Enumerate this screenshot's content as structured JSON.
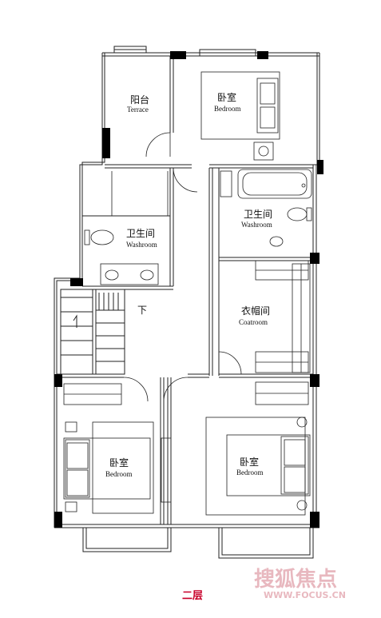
{
  "rooms": {
    "terrace": {
      "cn": "阳台",
      "en": "Terrace"
    },
    "bedroom_top": {
      "cn": "卧室",
      "en": "Bedroom"
    },
    "washroom_right": {
      "cn": "卫生间",
      "en": "Washroom"
    },
    "washroom_left": {
      "cn": "卫生间",
      "en": "Washroom"
    },
    "coatroom": {
      "cn": "衣帽间",
      "en": "Coatroom"
    },
    "bedroom_left": {
      "cn": "卧室",
      "en": "Bedroom"
    },
    "bedroom_right": {
      "cn": "卧室",
      "en": "Bedroom"
    }
  },
  "stair_label": "下",
  "floor_label": "二层",
  "watermark": {
    "brand": "搜狐焦点",
    "url": "WWW.FOCUS.CN"
  },
  "colors": {
    "wall": "#000000",
    "line": "#222222",
    "floor_label": "#c8002a",
    "watermark": "#e8b8bf"
  }
}
